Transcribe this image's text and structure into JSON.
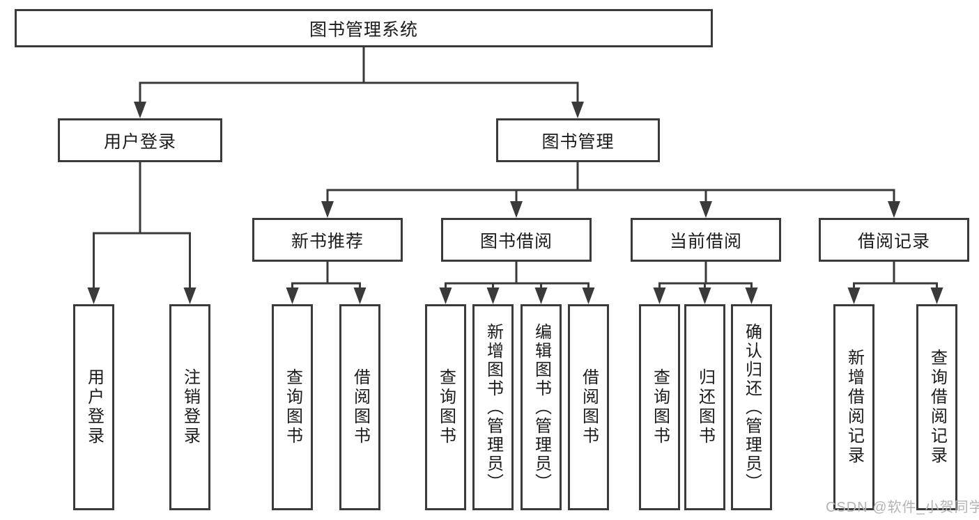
{
  "colors": {
    "line": "#3a3a3a",
    "text": "#1b1b1b",
    "watermark": "#b3b3b3",
    "background": "#ffffff"
  },
  "watermark": "CSDN @软件_小贺同学",
  "tree": {
    "label": "图书管理系统",
    "children": [
      {
        "label": "用户登录",
        "children": [
          {
            "label": "用户登录"
          },
          {
            "label": "注销登录"
          }
        ]
      },
      {
        "label": "图书管理",
        "children": [
          {
            "label": "新书推荐",
            "children": [
              {
                "label": "查询图书"
              },
              {
                "label": "借阅图书"
              }
            ]
          },
          {
            "label": "图书借阅",
            "children": [
              {
                "label": "查询图书"
              },
              {
                "label": "新增图书（管理员）"
              },
              {
                "label": "编辑图书（管理员）"
              },
              {
                "label": "借阅图书"
              }
            ]
          },
          {
            "label": "当前借阅",
            "children": [
              {
                "label": "查询图书"
              },
              {
                "label": "归还图书"
              },
              {
                "label": "确认归还（管理员）"
              }
            ]
          },
          {
            "label": "借阅记录",
            "children": [
              {
                "label": "新增借阅记录"
              },
              {
                "label": "查询借阅记录"
              }
            ]
          }
        ]
      }
    ]
  }
}
